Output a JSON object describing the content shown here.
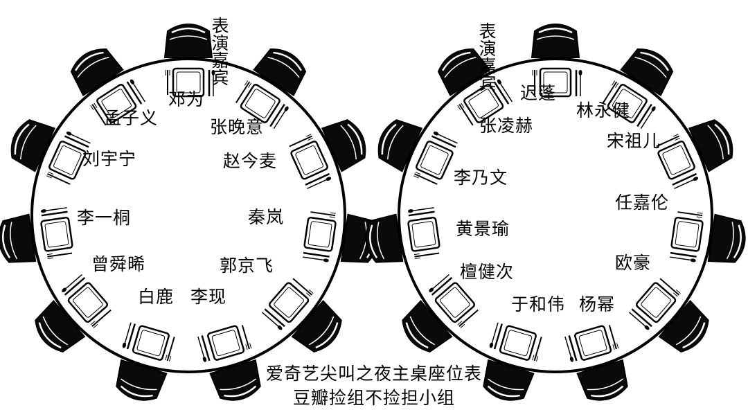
{
  "tables": [
    {
      "id": "left",
      "guests": [
        "邓为",
        "张晚意",
        "赵今麦",
        "秦岚",
        "郭京飞",
        "李现",
        "白鹿",
        "曾舜晞",
        "李一桐",
        "刘宇宁",
        "孟子义"
      ],
      "vertical_label": "表演嘉宾"
    },
    {
      "id": "right",
      "guests": [
        "迟蓬",
        "林永健",
        "宋祖儿",
        "任嘉伦",
        "欧豪",
        "杨幂",
        "于和伟",
        "檀健次",
        "黄景瑜",
        "李乃文",
        "张凌赫"
      ],
      "vertical_label": "表演嘉宾"
    }
  ],
  "caption": {
    "line1": "爱奇艺尖叫之夜主桌座位表",
    "line2": "豆瓣捡组不捡担小组"
  }
}
